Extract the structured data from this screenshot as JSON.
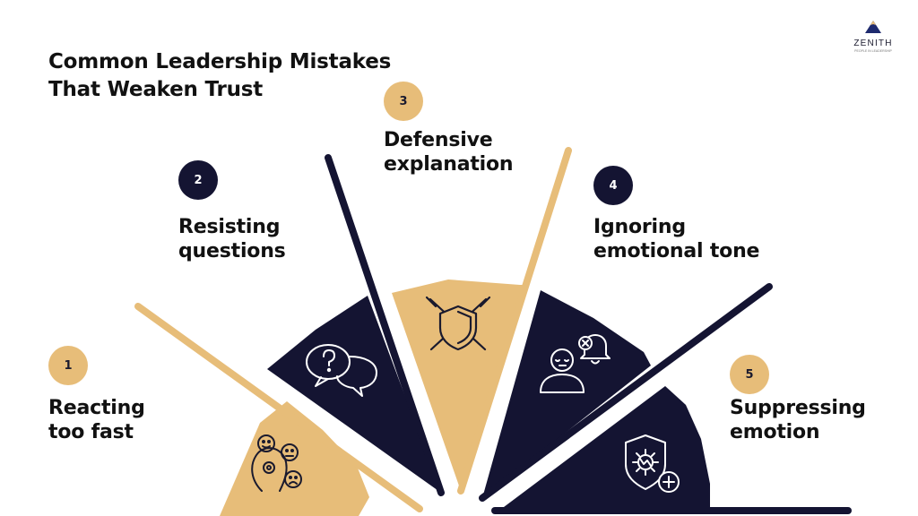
{
  "title": {
    "line1": "Common Leadership Mistakes",
    "line2": "That Weaken Trust"
  },
  "logo": {
    "word": "ZENITH",
    "tagline": "PEOPLE IN LEADERSHIP"
  },
  "colors": {
    "gold": "#e7bd79",
    "navy": "#141432",
    "text": "#111111"
  },
  "items": [
    {
      "number": "1",
      "line1": "Reacting",
      "line2": "too fast",
      "icon": "emotions-head-icon",
      "color": "gold"
    },
    {
      "number": "2",
      "line1": "Resisting",
      "line2": "questions",
      "icon": "question-chat-icon",
      "color": "navy"
    },
    {
      "number": "3",
      "line1": "Defensive",
      "line2": "explanation",
      "icon": "shield-swords-icon",
      "color": "gold"
    },
    {
      "number": "4",
      "line1": "Ignoring",
      "line2": "emotional tone",
      "icon": "muted-notification-person-icon",
      "color": "navy"
    },
    {
      "number": "5",
      "line1": "Suppressing",
      "line2": "emotion",
      "icon": "virus-shield-icon",
      "color": "navy"
    }
  ]
}
